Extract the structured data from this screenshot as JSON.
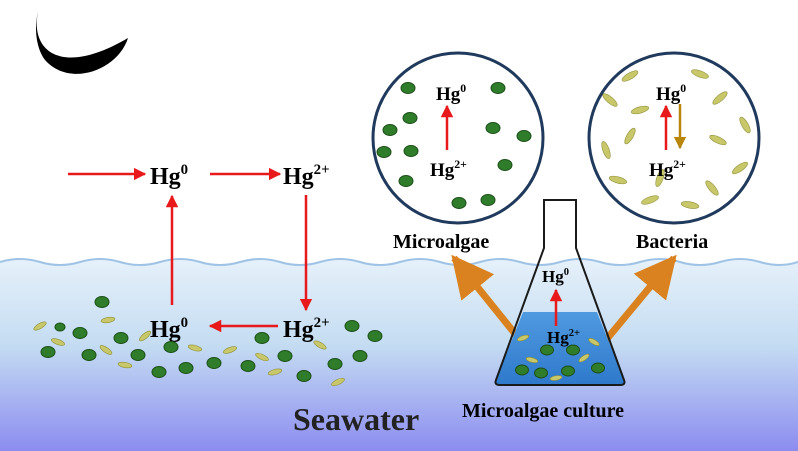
{
  "left_cycle": {
    "top_left": {
      "base": "Hg",
      "sup": "0"
    },
    "top_right": {
      "base": "Hg",
      "sup": "2+"
    },
    "bottom_left": {
      "base": "Hg",
      "sup": "0"
    },
    "bottom_right": {
      "base": "Hg",
      "sup": "2+"
    }
  },
  "microalgae_circle": {
    "label": "Microalgae",
    "top": {
      "base": "Hg",
      "sup": "0"
    },
    "bottom": {
      "base": "Hg",
      "sup": "2+"
    }
  },
  "bacteria_circle": {
    "label": "Bacteria",
    "top": {
      "base": "Hg",
      "sup": "0"
    },
    "bottom": {
      "base": "Hg",
      "sup": "2+"
    }
  },
  "flask": {
    "label": "Microalgae culture",
    "top": {
      "base": "Hg",
      "sup": "0"
    },
    "bottom": {
      "base": "Hg",
      "sup": "2+"
    }
  },
  "seawater_label": "Seawater",
  "colors": {
    "arrow_red": "#e8191b",
    "arrow_orange": "#d9821f",
    "algae_green": "#2f7d2a",
    "bacteria_yellow": "#c8c86a",
    "sea_top": "#dcebf7",
    "sea_bottom": "#8f8ff0"
  }
}
